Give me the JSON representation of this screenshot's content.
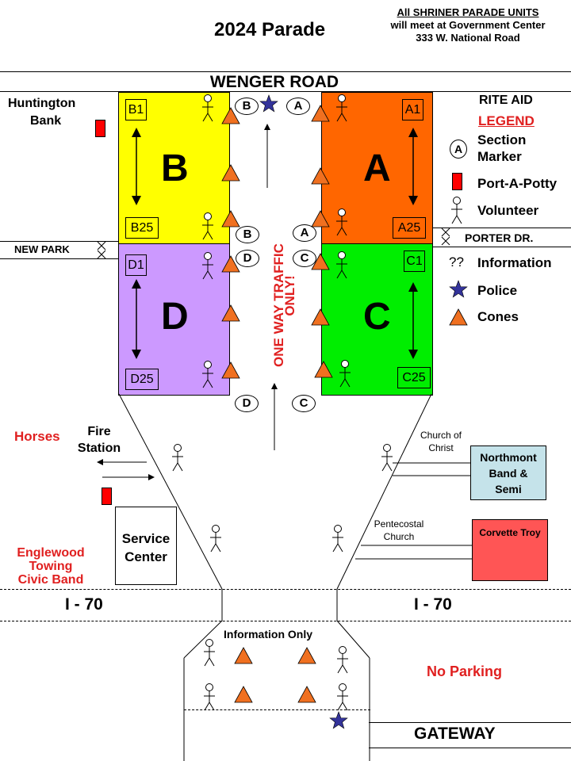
{
  "header": {
    "title": "2024 Parade",
    "notice_line1": "All  SHRINER PARADE UNITS",
    "notice_line2": "will meet at Government Center",
    "notice_line3": "333 W. National Road"
  },
  "roads": {
    "wenger": "WENGER ROAD",
    "new_park": "NEW PARK",
    "porter": "PORTER DR.",
    "i70_left": "I - 70",
    "i70_right": "I - 70",
    "gateway": "GATEWAY"
  },
  "places": {
    "huntington_1": "Huntington",
    "huntington_2": "Bank",
    "rite_aid": "RITE AID",
    "horses": "Horses",
    "fire_1": "Fire",
    "fire_2": "Station",
    "service_1": "Service",
    "service_2": "Center",
    "englewood_1": "Englewood",
    "englewood_2": "Towing",
    "englewood_3": "Civic Band",
    "church_christ_1": "Church of",
    "church_christ_2": "Christ",
    "northmont_1": "Northmont",
    "northmont_2": "Band  &",
    "northmont_3": "Semi",
    "pentecostal_1": "Pentecostal",
    "pentecostal_2": "Church",
    "corvette": "Corvette Troy",
    "information_only": "Information Only",
    "no_parking": "No Parking"
  },
  "traffic": {
    "line1": "ONE WAY TRAFFIC",
    "line2": "ONLY!"
  },
  "sections": {
    "A": {
      "letter": "A",
      "first": "A1",
      "last": "A25",
      "color": "#ff6600"
    },
    "B": {
      "letter": "B",
      "first": "B1",
      "last": "B25",
      "color": "#ffff00"
    },
    "C": {
      "letter": "C",
      "first": "C1",
      "last": "C25",
      "color": "#00ee00"
    },
    "D": {
      "letter": "D",
      "first": "D1",
      "last": "D25",
      "color": "#cc99ff"
    }
  },
  "markers": {
    "b_top": "B",
    "a_top": "A",
    "b_mid": "B",
    "a_mid": "A",
    "d_mid": "D",
    "c_mid": "C",
    "d_bot": "D",
    "c_bot": "C"
  },
  "legend": {
    "title": "LEGEND",
    "section_marker_symbol": "A",
    "section_marker_1": "Section",
    "section_marker_2": "Marker",
    "port_a_potty": "Port-A-Potty",
    "volunteer": "Volunteer",
    "information_symbol": "??",
    "information": "Information",
    "police": "Police",
    "cones": "Cones"
  },
  "colors": {
    "cone": "#f07020",
    "police": "#33339a",
    "potty": "#ff0000",
    "northmont": "#c5e3ea",
    "corvette": "#ff5555",
    "text_red": "#e02020"
  }
}
